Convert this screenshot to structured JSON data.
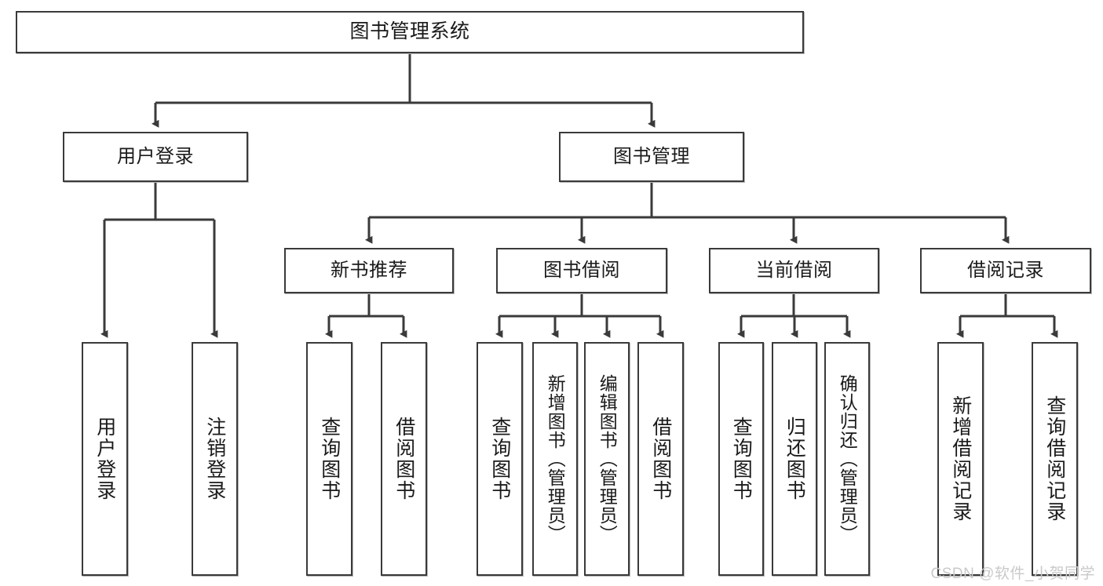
{
  "diagram": {
    "title": "图书管理系统",
    "type": "hierarchy-tree",
    "watermark": "CSDN @软件_小贺同学",
    "colors": {
      "box_border": "#3a3a3a",
      "box_fill": "#ffffff",
      "edge": "#3a3a3a",
      "text": "#1a1a1a",
      "watermark": "#c9c9c9"
    },
    "levels": {
      "level1": [
        {
          "id": "root",
          "label": "图书管理系统"
        }
      ],
      "level2": [
        {
          "id": "user-login",
          "label": "用户登录"
        },
        {
          "id": "book-manage",
          "label": "图书管理"
        }
      ],
      "level3": [
        {
          "id": "new-book-rec",
          "label": "新书推荐"
        },
        {
          "id": "book-borrow",
          "label": "图书借阅"
        },
        {
          "id": "current-borrow",
          "label": "当前借阅"
        },
        {
          "id": "borrow-record",
          "label": "借阅记录"
        }
      ],
      "level4": [
        {
          "id": "leaf-user-login",
          "label": "用户登录",
          "parent": "user-login"
        },
        {
          "id": "leaf-logout-login",
          "label": "注销登录",
          "parent": "user-login"
        },
        {
          "id": "leaf-query-book-1",
          "label": "查询图书",
          "parent": "new-book-rec"
        },
        {
          "id": "leaf-borrow-book-1",
          "label": "借阅图书",
          "parent": "new-book-rec"
        },
        {
          "id": "leaf-query-book-2",
          "label": "查询图书",
          "parent": "book-borrow"
        },
        {
          "id": "leaf-add-book",
          "label": "新增图书（管理员）",
          "parent": "book-borrow"
        },
        {
          "id": "leaf-edit-book",
          "label": "编辑图书（管理员）",
          "parent": "book-borrow"
        },
        {
          "id": "leaf-borrow-book-2",
          "label": "借阅图书",
          "parent": "book-borrow"
        },
        {
          "id": "leaf-query-book-3",
          "label": "查询图书",
          "parent": "current-borrow"
        },
        {
          "id": "leaf-return-book",
          "label": "归还图书",
          "parent": "current-borrow"
        },
        {
          "id": "leaf-confirm-return",
          "label": "确认归还（管理员）",
          "parent": "current-borrow"
        },
        {
          "id": "leaf-add-record",
          "label": "新增借阅记录",
          "parent": "borrow-record"
        },
        {
          "id": "leaf-query-record",
          "label": "查询借阅记录",
          "parent": "borrow-record"
        }
      ]
    }
  }
}
